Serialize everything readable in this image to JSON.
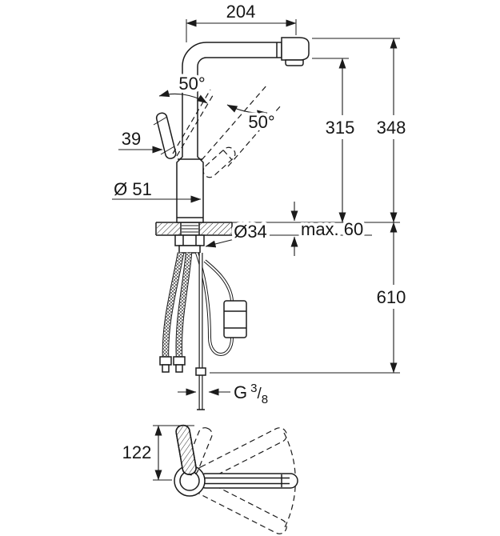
{
  "drawing": {
    "title": "kitchen-faucet-dimensional-drawing",
    "colors": {
      "line": "#1b1b1b",
      "background": "#ffffff"
    }
  },
  "dims": {
    "reach": "204",
    "lever_swivel_angle": "50°",
    "spray_angle": "50°",
    "lever_width": "39",
    "body_diameter": "Ø 51",
    "height_underside": "315",
    "height_total": "348",
    "hole_diameter": "Ø34",
    "deck_thickness_max": "max. 60",
    "hose_length": "610",
    "thread": {
      "prefix": "G",
      "numerator": "3",
      "slash": "/",
      "denominator": "8"
    },
    "plan_depth": "122"
  }
}
